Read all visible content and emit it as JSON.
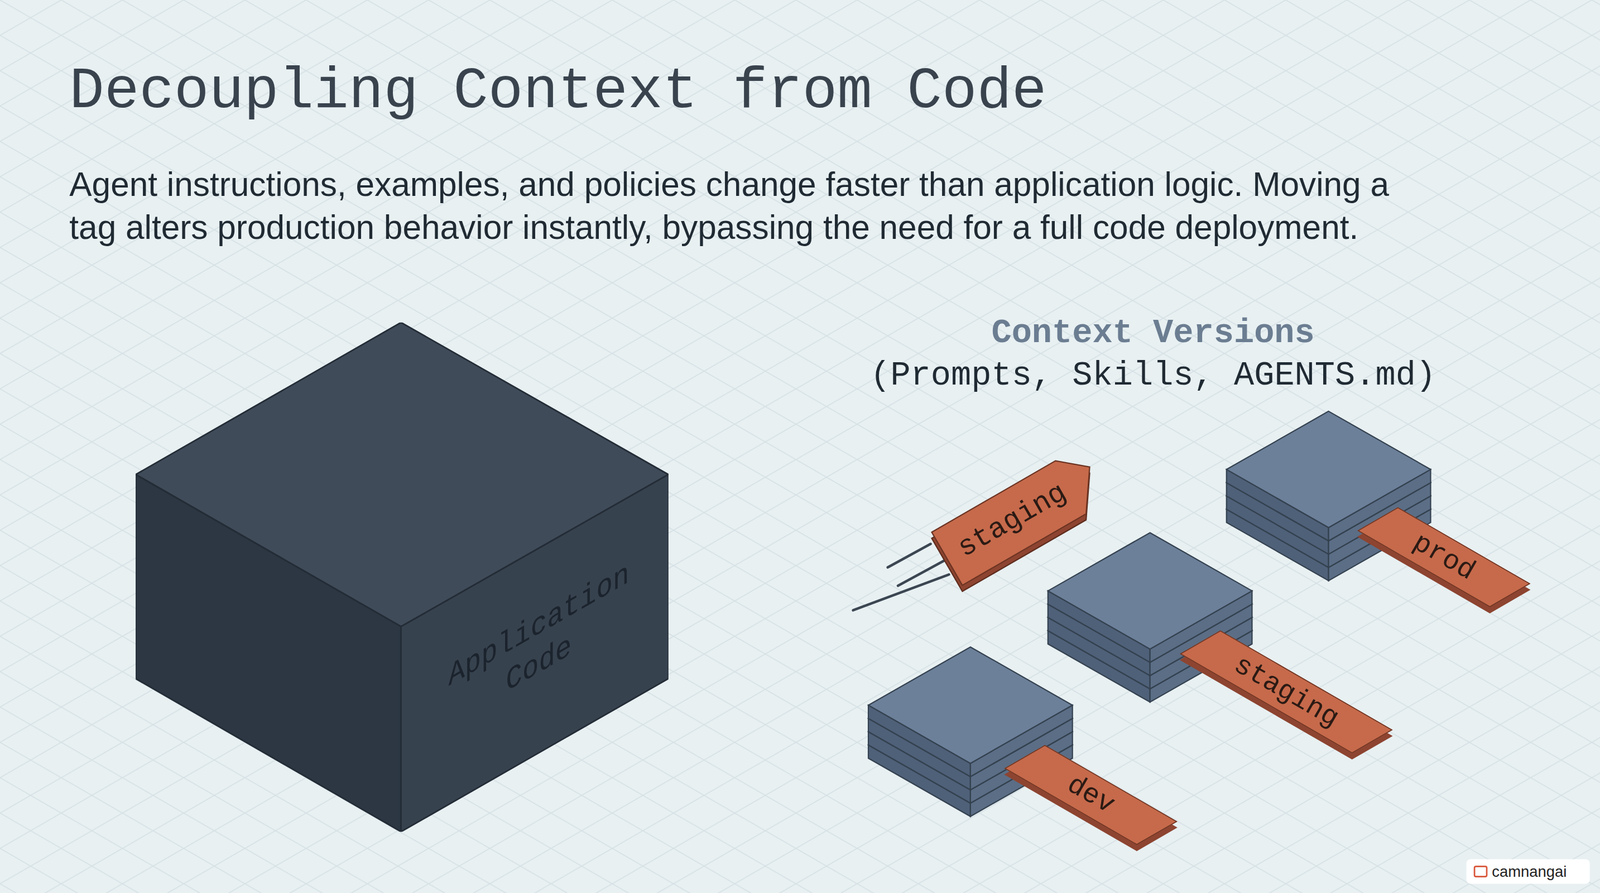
{
  "diagram": {
    "title": "Decoupling Context from Code",
    "nodes": [
      {
        "text": [
          "Application Code"
        ]
      },
      {
        "text": [
          "staging"
        ]
      },
      {
        "text": [
          "prod"
        ]
      },
      {
        "text": [
          "staging"
        ]
      },
      {
        "text": [
          "dev"
        ]
      }
    ],
    "labels": [
      "Agent instructions, examples, and policies change faster than application logic. Moving a tag alters production behavior instantly, bypassing the need for a full code deployment.",
      "Context Versions",
      "(Prompts, Skills, AGENTS.md)",
      "camnangai"
    ]
  }
}
